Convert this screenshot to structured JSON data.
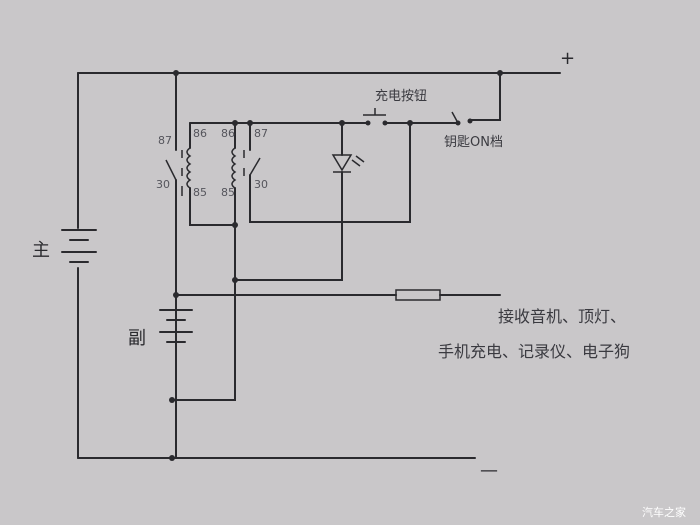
{
  "diagram": {
    "plus_label": "+",
    "minus_label": "—",
    "main_battery_label": "主",
    "aux_battery_label": "副",
    "charge_button_label": "充电按钮",
    "key_switch_label": "钥匙ON档",
    "relay1": {
      "pin87": "87",
      "pin30": "30",
      "pin86": "86",
      "pin85": "85"
    },
    "relay2": {
      "pin86": "86",
      "pin87": "87",
      "pin85": "85",
      "pin30": "30"
    },
    "loads_line1": "接收音机、顶灯、",
    "loads_line2": "手机充电、记录仪、电子狗",
    "watermark": "汽车之家"
  }
}
